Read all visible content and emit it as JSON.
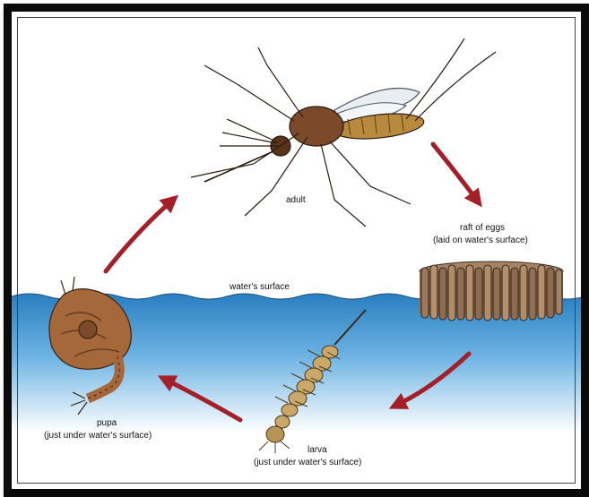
{
  "labels": {
    "adult": "adult",
    "eggs_title": "raft of eggs",
    "eggs_note": "(laid on water's surface)",
    "water_surface": "water's surface",
    "larva_title": "larva",
    "larva_note": "(just under water's surface)",
    "pupa_title": "pupa",
    "pupa_note": "(just under water's surface)"
  },
  "colors": {
    "frame": "#0a0a0a",
    "water_top": "#2a7fc0",
    "water_bottom": "#ffffff",
    "arrow": "#a3202a",
    "mosquito_body": "#7a4a2a",
    "larva": "#c9a86a",
    "pupa": "#a5683a",
    "eggs": "#8a6b52"
  },
  "icons": [
    "mosquito-adult-icon",
    "egg-raft-icon",
    "larva-icon",
    "pupa-icon",
    "cycle-arrow-icon"
  ]
}
